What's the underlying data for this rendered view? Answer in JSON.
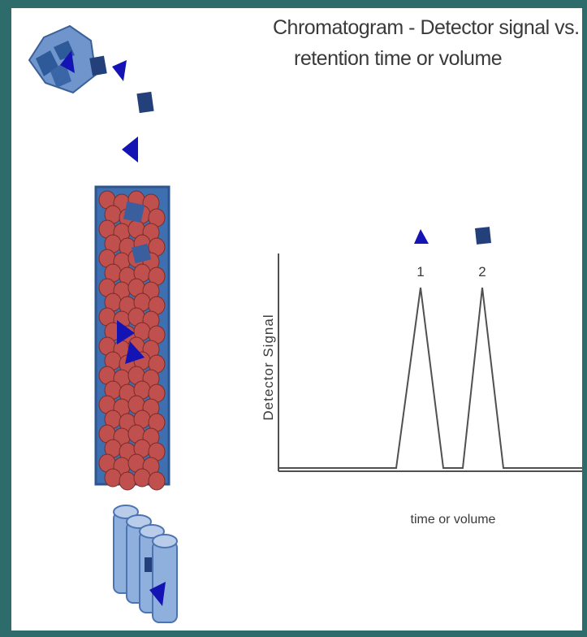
{
  "title": {
    "line1": "Chromatogram - Detector signal vs.",
    "line2": "retention time or volume"
  },
  "chart": {
    "y_axis_label": "Detector Signal",
    "x_axis_label": "time or volume",
    "peaks": [
      {
        "label": "1",
        "marker": "triangle"
      },
      {
        "label": "2",
        "marker": "square"
      }
    ]
  },
  "colors": {
    "background_frame": "#2e6b6b",
    "column_fill": "#3e6fb0",
    "bead_fill": "#c0504d",
    "analyte_triangle": "#1212b0",
    "analyte_square": "#23407a",
    "chart_line": "#505050"
  }
}
